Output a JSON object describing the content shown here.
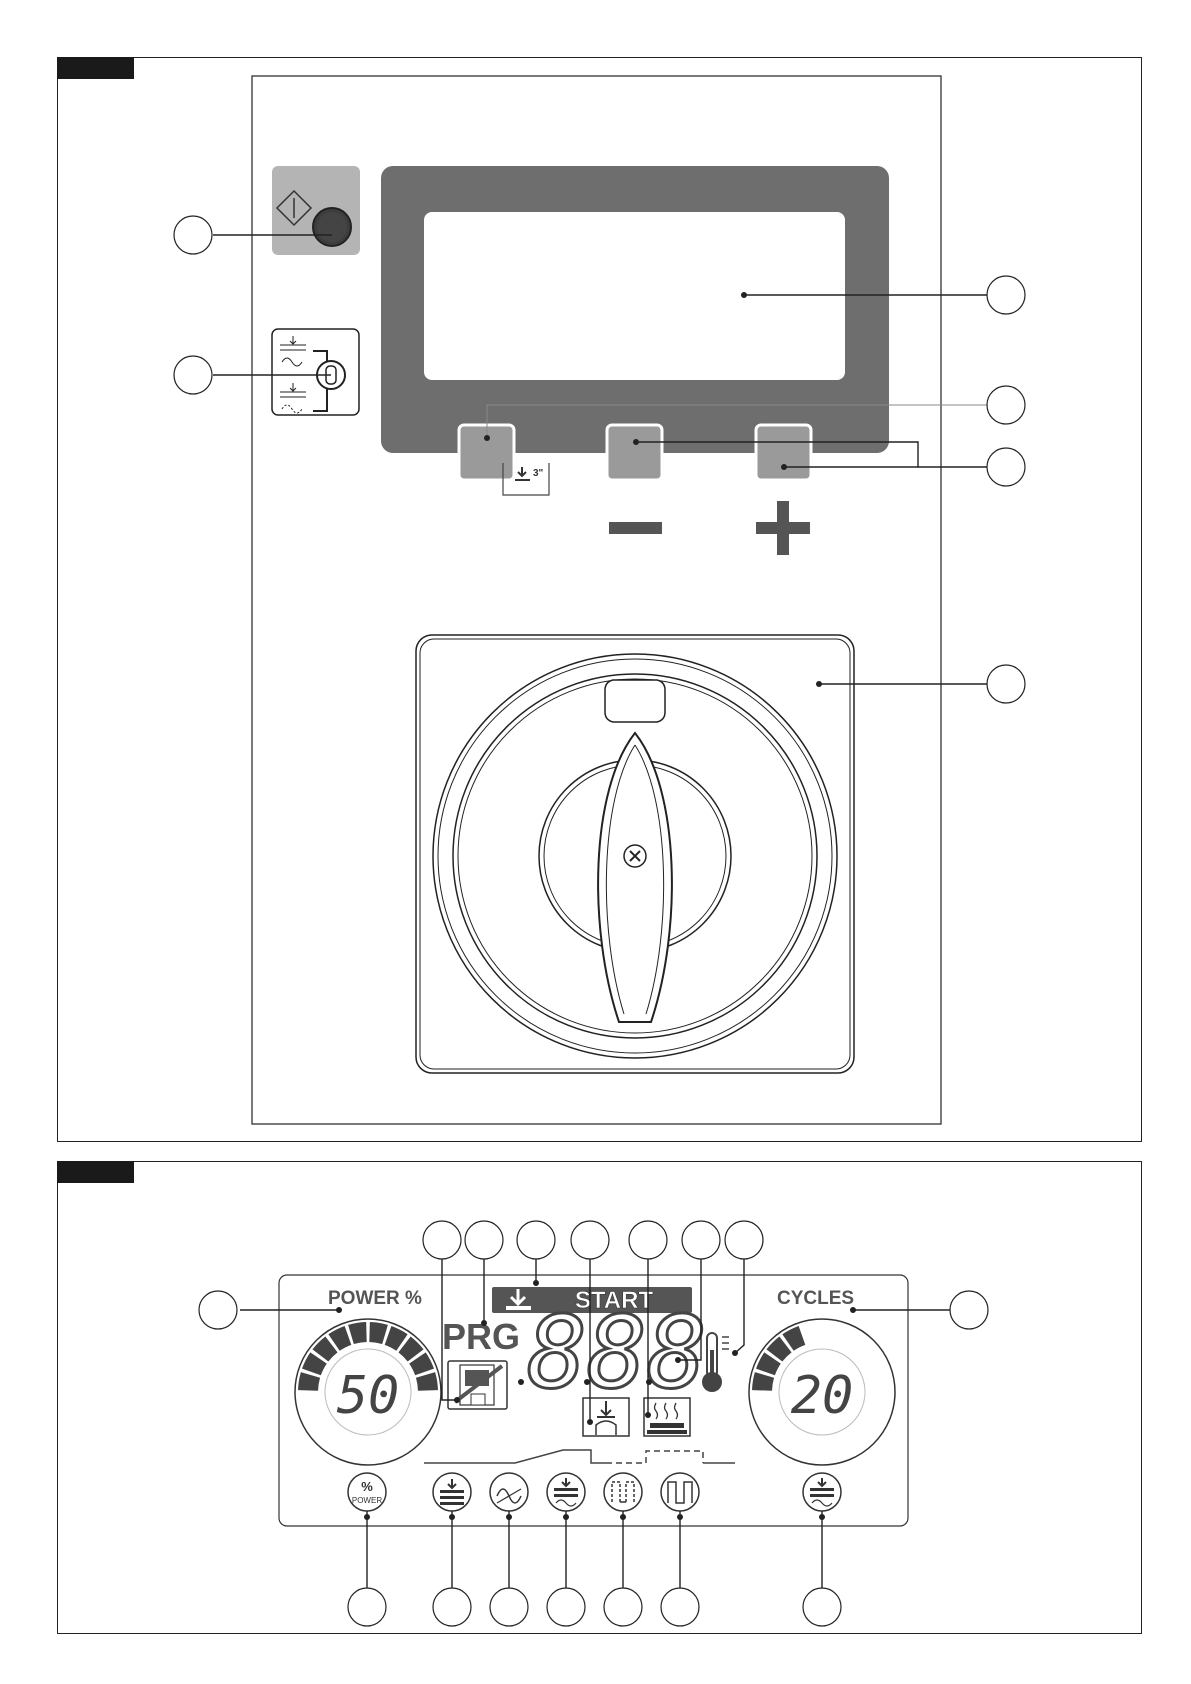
{
  "figure1": {
    "button_labels": {
      "minus": "−",
      "plus": "+",
      "start_hold": "3\""
    }
  },
  "figure2": {
    "lcd": {
      "power_label": "POWER %",
      "cycles_label": "CYCLES",
      "start_label": "START",
      "prg_label": "PRG",
      "digits": "888",
      "power_value": "50",
      "cycles_value": "20",
      "power_button_top": "%",
      "power_button_bottom": "POWER"
    },
    "icons": [
      "floppy-save-icon",
      "hold-3s-start-icon",
      "temperature-icon",
      "piston-down-icon",
      "heating-icon",
      "weld-clamp-icon",
      "ramp-icon",
      "weld-ramp-icon",
      "pulse-dashed-icon",
      "pulse-icon",
      "weld-with-ramp-icon"
    ]
  },
  "colors": {
    "panel_gray": "#6e6e6e",
    "button_gray": "#9a9a9a",
    "lcd_dark": "#2f2f2f",
    "lcd_light": "#dcdcdc"
  }
}
